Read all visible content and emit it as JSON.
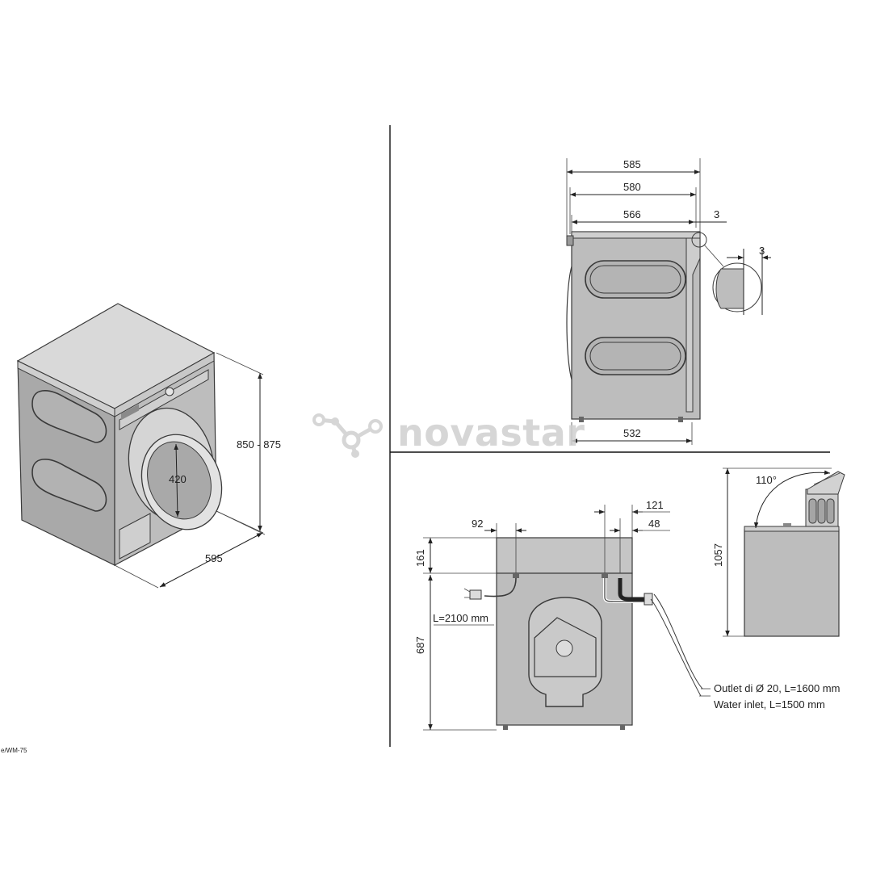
{
  "watermark": "novastar",
  "model_code": "e/WM-75",
  "colors": {
    "appliance": "#bdbdbd",
    "appliance_top": "#d9d9d9",
    "lines": "#222222",
    "watermark": "#d0d0d0"
  },
  "isometric_view": {
    "height_dim": "850 - 875",
    "width_dim": "595",
    "door_dim": "420"
  },
  "side_view": {
    "depth_total": "585",
    "depth_mid": "580",
    "depth_body": "566",
    "door_offset": "3",
    "detail_offset": "3",
    "feet_span": "532"
  },
  "rear_view": {
    "left_offset": "92",
    "right_offset_outer": "121",
    "right_offset_inner": "48",
    "top_band": "161",
    "connection_height": "687",
    "power_cable": "L=2100 mm",
    "outlet_note": "Outlet di Ø 20, L=1600 mm",
    "inlet_note": "Water inlet, L=1500 mm"
  },
  "lid_view": {
    "opening_angle": "110°",
    "height_lid_open": "1057"
  }
}
